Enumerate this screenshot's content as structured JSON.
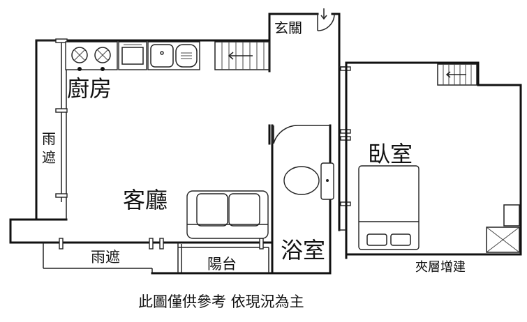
{
  "rooms": {
    "entrance": "玄關",
    "kitchen": "廚房",
    "rain_shelter_left": "雨\n遮",
    "living_room": "客廳",
    "rain_shelter_bottom": "雨遮",
    "balcony": "陽台",
    "bathroom": "浴室",
    "bedroom": "臥室",
    "mezzanine": "夾層增建"
  },
  "footer_note": "此圖僅供參考 依現況為主",
  "colors": {
    "wall": "#111111",
    "background": "#ffffff"
  }
}
